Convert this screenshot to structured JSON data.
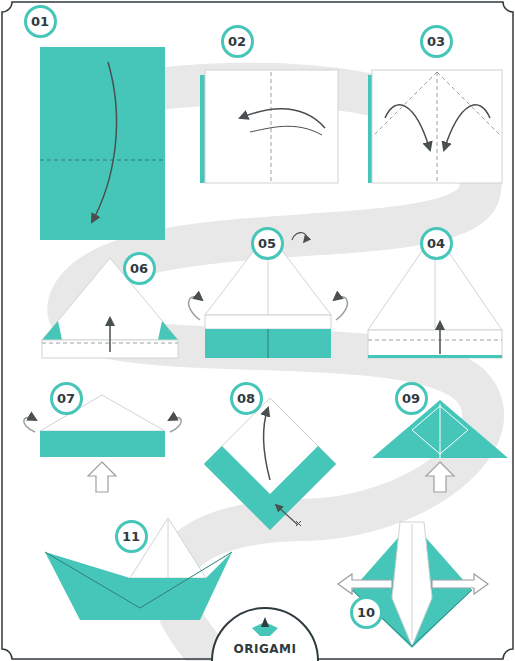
{
  "diagram": {
    "nodes": [
      {
        "text": [
          "01"
        ]
      },
      {
        "text": [
          "02"
        ]
      },
      {
        "text": [
          "03"
        ]
      },
      {
        "text": [
          "06"
        ]
      },
      {
        "text": [
          "05"
        ]
      },
      {
        "text": [
          "04"
        ]
      },
      {
        "text": [
          "07"
        ]
      },
      {
        "text": [
          "08"
        ]
      },
      {
        "text": [
          "09"
        ]
      },
      {
        "text": [
          "11"
        ]
      },
      {
        "text": [
          "10"
        ]
      }
    ],
    "labels": [
      "ORIGAMI"
    ]
  }
}
